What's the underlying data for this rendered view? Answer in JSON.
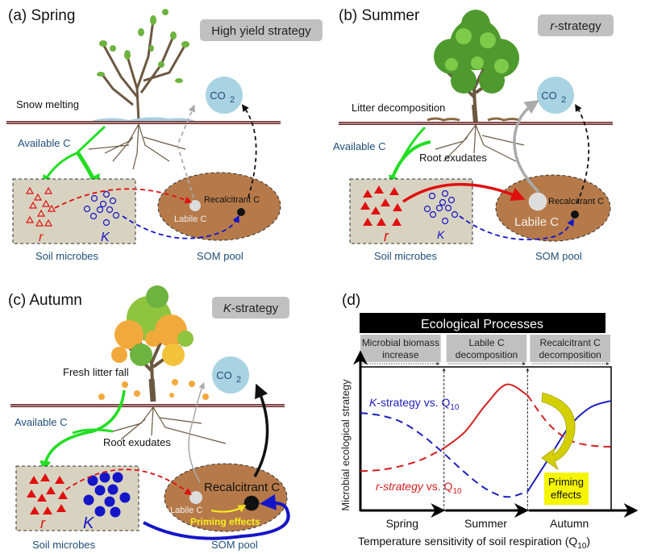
{
  "panels": {
    "a": {
      "title": "(a)  Spring",
      "strategy": "High yield strategy",
      "surface_label": "Snow melting",
      "available_c": "Available C",
      "r_label": "r",
      "k_label": "K",
      "microbes_label": "Soil microbes",
      "som_label": "SOM pool",
      "labile": "Labile C",
      "recalcitrant": "Recalcitrant C",
      "co2": "CO",
      "co2_sub": "2"
    },
    "b": {
      "title": "(b)  Summer",
      "strategy_italic": "r",
      "strategy_rest": "-strategy",
      "surface_label": "Litter decomposition",
      "available_c": "Available C",
      "root_exudates": "Root exudates",
      "r_label": "r",
      "k_label": "K",
      "microbes_label": "Soil microbes",
      "som_label": "SOM pool",
      "labile": "Labile C",
      "recalcitrant": "Recalcitrant C",
      "co2": "CO",
      "co2_sub": "2"
    },
    "c": {
      "title": "(c)  Autumn",
      "strategy_italic": "K",
      "strategy_rest": "-strategy",
      "surface_label": "Fresh litter fall",
      "available_c": "Available C",
      "root_exudates": "Root exudates",
      "r_label": "r",
      "k_label": "K",
      "microbes_label": "Soil microbes",
      "som_label": "SOM pool",
      "labile": "Labile C",
      "recalcitrant": "Recalcitrant C",
      "priming": "Priming effects",
      "co2": "CO",
      "co2_sub": "2"
    }
  },
  "chart_data": {
    "type": "line",
    "title": "(d)",
    "header": "Ecological Processes",
    "processes": [
      [
        "Microbial biomass",
        "increase"
      ],
      [
        "Labile C",
        "decomposition"
      ],
      [
        "Recalcitrant C",
        "decomposition"
      ]
    ],
    "ylabel": "Microbial ecological strategy",
    "xlabel": "Temperature sensitivity of soil respiration (Q",
    "xlabel_sub": "10",
    "xlabel_end": ")",
    "categories": [
      "Spring",
      "Summer",
      "Autumn"
    ],
    "x": [
      0,
      0.25,
      0.5,
      0.75,
      1.0,
      1.25,
      1.5,
      1.75,
      2.0,
      2.25,
      2.5,
      2.75,
      3.0
    ],
    "xlim": [
      0,
      3
    ],
    "ylim": [
      0,
      1
    ],
    "series": [
      {
        "name": "K-strategy vs. Q10",
        "name_italic": "K",
        "name_rest": "-strategy vs. Q",
        "name_sub": "10",
        "color": "#1f1fbf",
        "values": [
          0.72,
          0.7,
          0.65,
          0.55,
          0.42,
          0.28,
          0.16,
          0.1,
          0.14,
          0.38,
          0.62,
          0.76,
          0.81
        ],
        "dashed_until": 2.0
      },
      {
        "name": "r-strategy vs. Q10",
        "name_italic": "r-strategy",
        "name_rest": " vs. Q",
        "name_sub": "10",
        "color": "#d42020",
        "values": [
          0.29,
          0.3,
          0.33,
          0.38,
          0.46,
          0.58,
          0.78,
          0.93,
          0.85,
          0.64,
          0.52,
          0.48,
          0.47
        ],
        "dashed_from": 2.0,
        "dashed_until": 1.0
      }
    ],
    "annotation": "Priming effects",
    "annotation_lines": [
      "Priming",
      "effects"
    ],
    "colors": {
      "header_bg": "#000000",
      "process_bg": "#c0c0c0",
      "annotation_bg": "#f5f500",
      "arrow": "#d4d000"
    }
  }
}
